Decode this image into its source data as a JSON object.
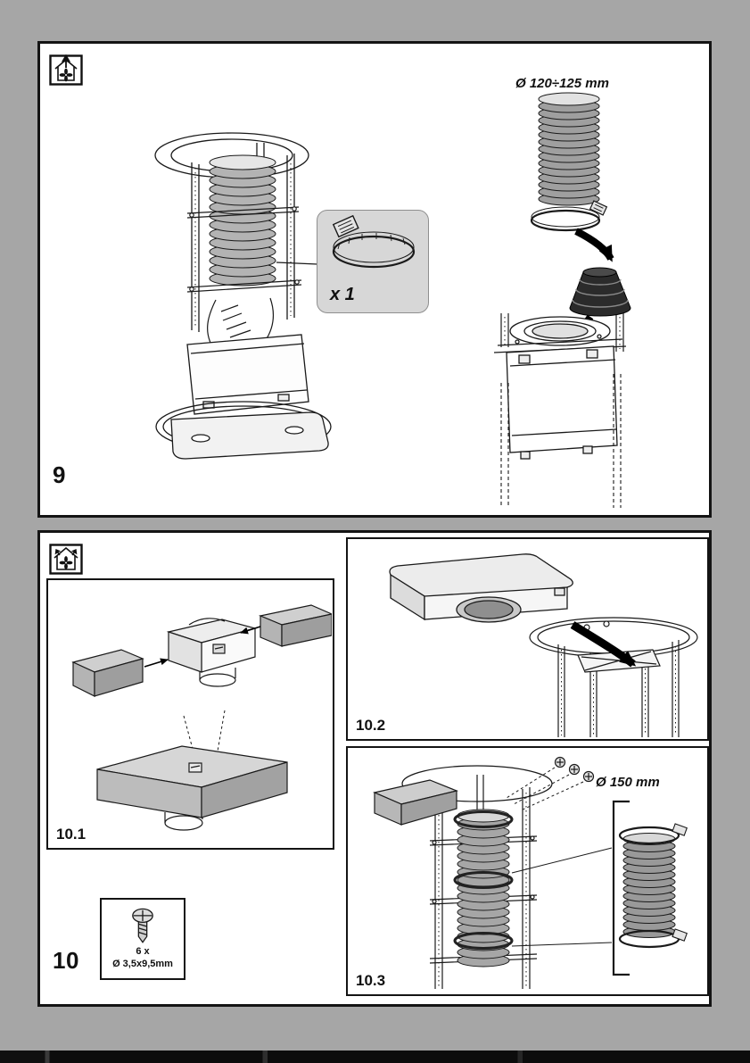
{
  "page": {
    "background_color": "#a6a6a6",
    "panel_background": "#ffffff",
    "line_color": "#1a1a1a"
  },
  "step9": {
    "number": "9",
    "mode_icon": "air-extraction-icon",
    "duct_diameter_label": "Ø 120÷125 mm",
    "clamp_quantity_label": "x 1"
  },
  "step10": {
    "number": "10",
    "mode_icon": "air-recirculation-icon",
    "substeps": [
      {
        "number": "10.1"
      },
      {
        "number": "10.2"
      },
      {
        "number": "10.3"
      }
    ],
    "duct_diameter_label": "Ø 150 mm",
    "screw_spec": {
      "quantity": "6 x",
      "dimensions": "Ø 3,5x9,5mm"
    }
  }
}
